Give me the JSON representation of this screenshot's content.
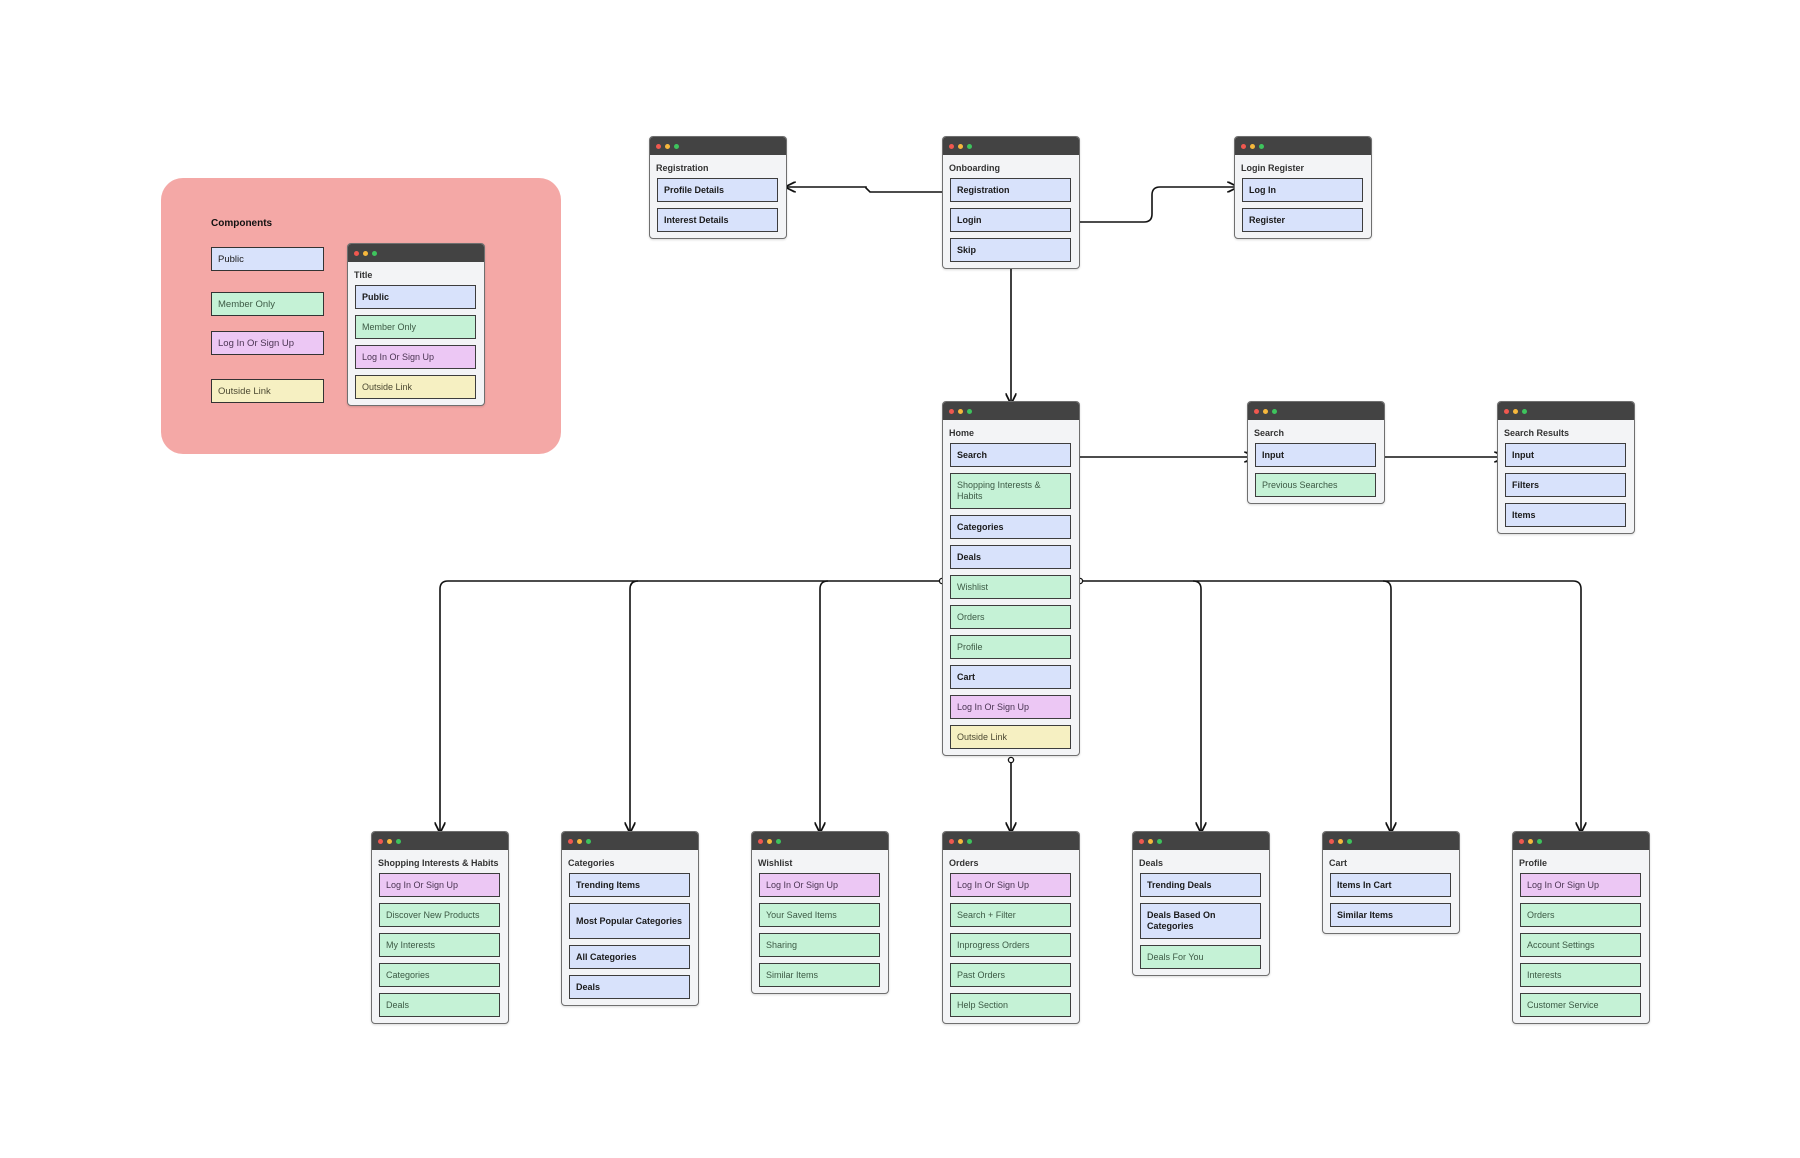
{
  "legend": {
    "title": "Components",
    "keys": [
      "Public",
      "Member Only",
      "Log In Or Sign Up",
      "Outside Link"
    ],
    "sample_window": {
      "title": "Title",
      "items": [
        {
          "label": "Public",
          "type": "public"
        },
        {
          "label": "Member Only",
          "type": "member"
        },
        {
          "label": "Log In Or Sign Up",
          "type": "login"
        },
        {
          "label": "Outside Link",
          "type": "outside"
        }
      ]
    }
  },
  "colors": {
    "legend_bg": "#f4a8a6",
    "public": "#d8e2fb",
    "member_only": "#c5f2d6",
    "login_signup": "#ecc7f4",
    "outside_link": "#f6f0c2",
    "window_bar": "#434343"
  },
  "windows": {
    "registration": {
      "title": "Registration",
      "items": [
        {
          "label": "Profile Details",
          "type": "public"
        },
        {
          "label": "Interest Details",
          "type": "public"
        }
      ]
    },
    "onboarding": {
      "title": "Onboarding",
      "items": [
        {
          "label": "Registration",
          "type": "public"
        },
        {
          "label": "Login",
          "type": "public"
        },
        {
          "label": "Skip",
          "type": "public"
        }
      ]
    },
    "login_register": {
      "title": "Login Register",
      "items": [
        {
          "label": "Log In",
          "type": "public"
        },
        {
          "label": "Register",
          "type": "public"
        }
      ]
    },
    "home": {
      "title": "Home",
      "items": [
        {
          "label": "Search",
          "type": "public"
        },
        {
          "label": "Shopping Interests & Habits",
          "type": "member"
        },
        {
          "label": "Categories",
          "type": "public"
        },
        {
          "label": "Deals",
          "type": "public"
        },
        {
          "label": "Wishlist",
          "type": "member"
        },
        {
          "label": "Orders",
          "type": "member"
        },
        {
          "label": "Profile",
          "type": "member"
        },
        {
          "label": "Cart",
          "type": "public"
        },
        {
          "label": "Log In Or Sign Up",
          "type": "login"
        },
        {
          "label": "Outside Link",
          "type": "outside"
        }
      ]
    },
    "search": {
      "title": "Search",
      "items": [
        {
          "label": "Input",
          "type": "public"
        },
        {
          "label": "Previous Searches",
          "type": "member"
        }
      ]
    },
    "search_results": {
      "title": "Search Results",
      "items": [
        {
          "label": "Input",
          "type": "public"
        },
        {
          "label": "Filters",
          "type": "public"
        },
        {
          "label": "Items",
          "type": "public"
        }
      ]
    },
    "shopping": {
      "title": "Shopping Interests & Habits",
      "items": [
        {
          "label": "Log In Or Sign Up",
          "type": "login"
        },
        {
          "label": "Discover New Products",
          "type": "member"
        },
        {
          "label": "My Interests",
          "type": "member"
        },
        {
          "label": "Categories",
          "type": "member"
        },
        {
          "label": "Deals",
          "type": "member"
        }
      ]
    },
    "categories": {
      "title": "Categories",
      "items": [
        {
          "label": "Trending Items",
          "type": "public"
        },
        {
          "label": "Most Popular Categories",
          "type": "public"
        },
        {
          "label": "All Categories",
          "type": "public"
        },
        {
          "label": "Deals",
          "type": "public"
        }
      ]
    },
    "wishlist": {
      "title": "Wishlist",
      "items": [
        {
          "label": "Log In Or Sign Up",
          "type": "login"
        },
        {
          "label": "Your Saved Items",
          "type": "member"
        },
        {
          "label": "Sharing",
          "type": "member"
        },
        {
          "label": "Similar Items",
          "type": "member"
        }
      ]
    },
    "orders": {
      "title": "Orders",
      "items": [
        {
          "label": "Log In Or Sign Up",
          "type": "login"
        },
        {
          "label": "Search + Filter",
          "type": "member"
        },
        {
          "label": "Inprogress Orders",
          "type": "member"
        },
        {
          "label": "Past Orders",
          "type": "member"
        },
        {
          "label": "Help Section",
          "type": "member"
        }
      ]
    },
    "deals": {
      "title": "Deals",
      "items": [
        {
          "label": "Trending Deals",
          "type": "public"
        },
        {
          "label": "Deals Based On Categories",
          "type": "public"
        },
        {
          "label": "Deals For You",
          "type": "member"
        }
      ]
    },
    "cart": {
      "title": "Cart",
      "items": [
        {
          "label": "Items In Cart",
          "type": "public"
        },
        {
          "label": "Similar Items",
          "type": "public"
        }
      ]
    },
    "profile": {
      "title": "Profile",
      "items": [
        {
          "label": "Log In Or Sign Up",
          "type": "login"
        },
        {
          "label": "Orders",
          "type": "member"
        },
        {
          "label": "Account Settings",
          "type": "member"
        },
        {
          "label": "Interests",
          "type": "member"
        },
        {
          "label": "Customer Service",
          "type": "member"
        }
      ]
    }
  }
}
